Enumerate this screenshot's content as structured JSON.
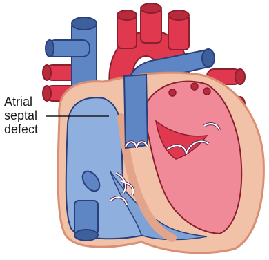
{
  "diagram": {
    "annotation": {
      "lines": [
        "Atrial",
        "septal",
        "defect"
      ]
    },
    "colors": {
      "deoxygenated": "#5f86c4",
      "deoxygenated_light": "#8fb0de",
      "oxygenated": "#e0394f",
      "oxygenated_light": "#f08a99",
      "muscle": "#f2c2a8",
      "muscle_edge": "#d98f74",
      "outline": "#2a3f7a",
      "valve": "#ffffff",
      "valve_edge": "#5a2a55"
    }
  }
}
